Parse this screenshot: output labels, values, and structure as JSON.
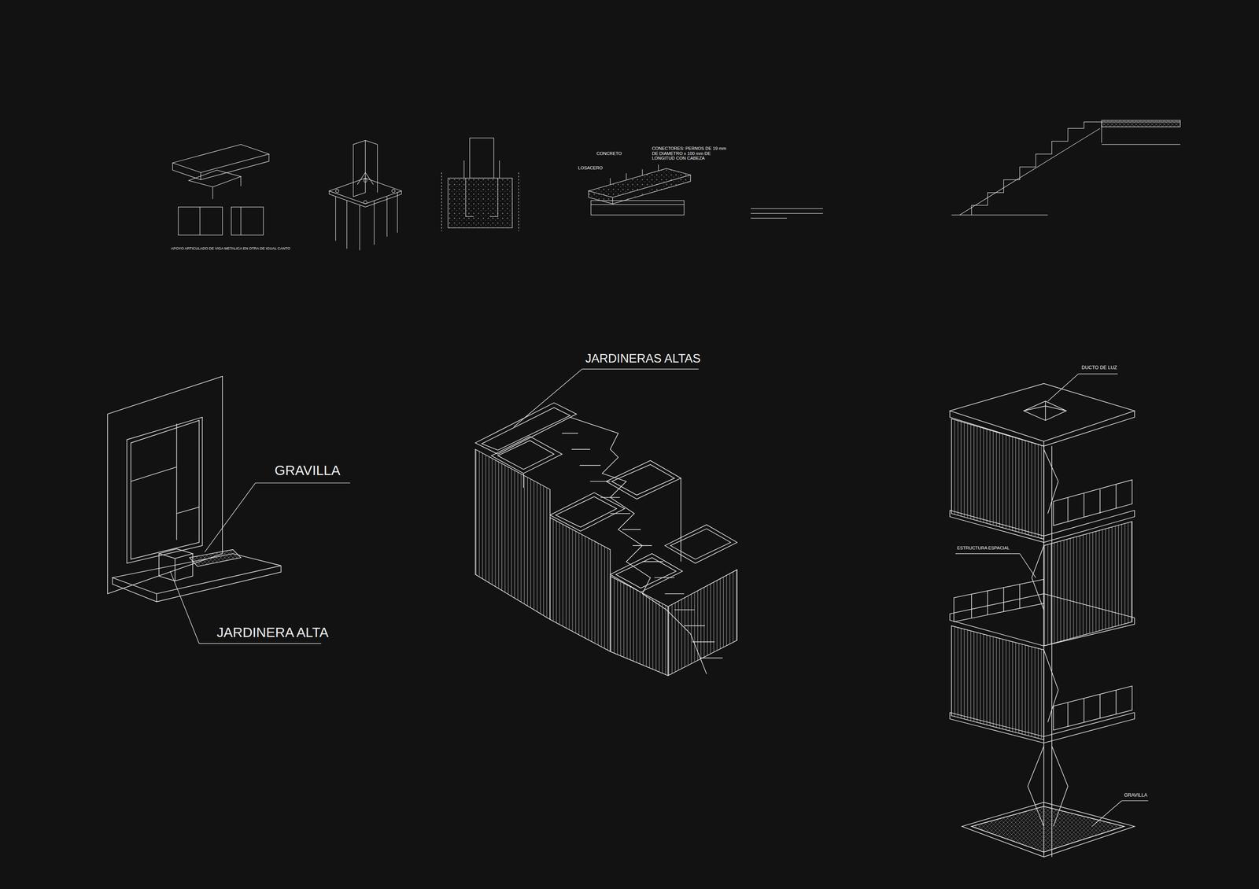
{
  "diagram": {
    "labels": [
      "APOYO ARTICULADO DE VIGA METALICA EN OTRA DE IGUAL CANTO",
      "CONCRETO",
      "LOSACERO",
      "CONECTORES: PERNOS DE 19 mm DE DIAMETRO x 100 mm DE LONGITUD CON CABEZA",
      "GRAVILLA",
      "JARDINERA ALTA",
      "JARDINERAS ALTAS",
      "DUCTO DE LUZ",
      "ESTRUCTURA ESPACIAL",
      "GRAVILLA"
    ]
  }
}
